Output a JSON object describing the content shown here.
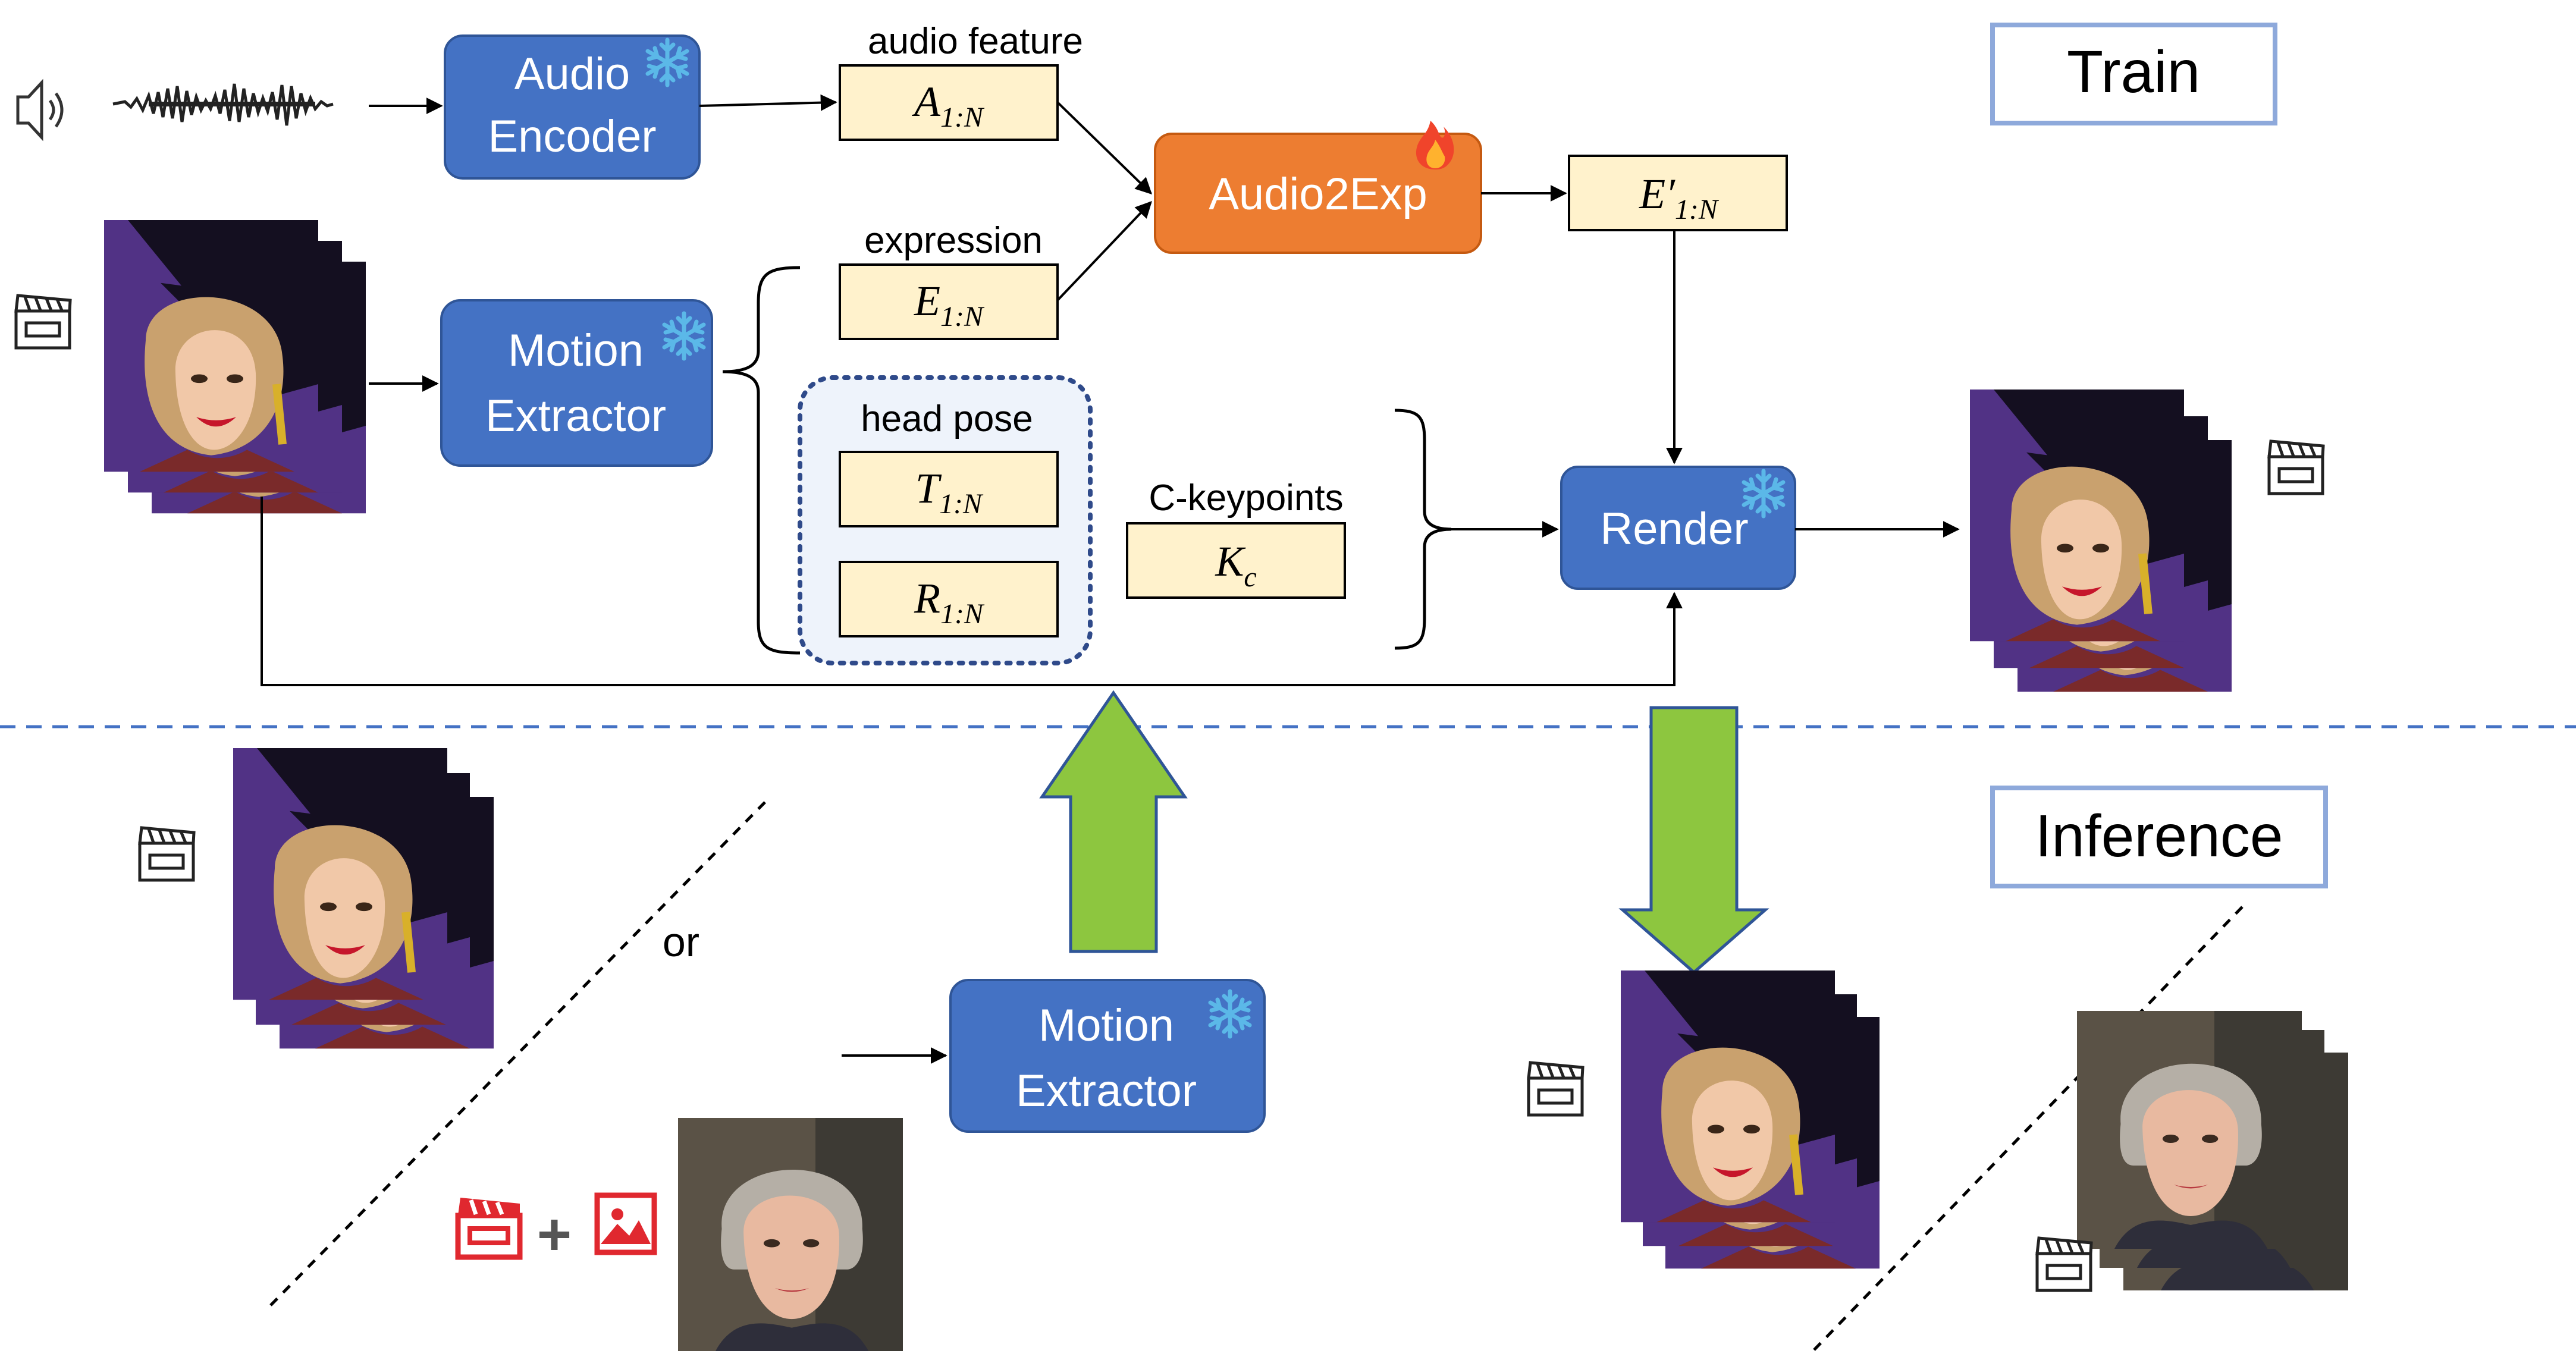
{
  "train_label": "Train",
  "inference_label": "Inference",
  "or_label": "or",
  "plus_label": "+",
  "colors": {
    "module_blue": "#4472C4",
    "audio2exp_orange": "#ED7D31",
    "feature_fill": "#FFF2CC",
    "arrow_green": "#8DC63F",
    "divider_blue": "#4472C4",
    "headpose_bg": "#EEF3FB",
    "headpose_border": "#2F4A8A",
    "clapper_red": "#E0282F",
    "video_purple": "#4A2C7A"
  },
  "modules": {
    "audio_encoder": {
      "line1": "Audio",
      "line2": "Encoder",
      "icon": "snowflake-icon"
    },
    "audio2exp": {
      "label": "Audio2Exp",
      "icon": "fire-icon"
    },
    "motion_extractor_train": {
      "line1": "Motion",
      "line2": "Extractor",
      "icon": "snowflake-icon"
    },
    "render": {
      "label": "Render",
      "icon": "snowflake-icon"
    },
    "motion_extractor_infer": {
      "line1": "Motion",
      "line2": "Extractor",
      "icon": "snowflake-icon"
    }
  },
  "features": {
    "audio_feature": {
      "caption": "audio feature",
      "sym": "A",
      "sub": "1:N",
      "prime": ""
    },
    "expression": {
      "caption": "expression",
      "sym": "E",
      "sub": "1:N",
      "prime": ""
    },
    "exp_pred": {
      "caption": "",
      "sym": "E",
      "sub": "1:N",
      "prime": "′"
    },
    "head_pose": {
      "caption": "head pose"
    },
    "translation": {
      "sym": "T",
      "sub": "1:N"
    },
    "rotation": {
      "sym": "R",
      "sub": "1:N"
    },
    "c_keypoints": {
      "caption": "C-keypoints",
      "sym": "K",
      "sub": "c"
    }
  },
  "icons": [
    "speaker-icon",
    "audio-waveform-icon",
    "video-clapper-icon",
    "image-icon"
  ]
}
